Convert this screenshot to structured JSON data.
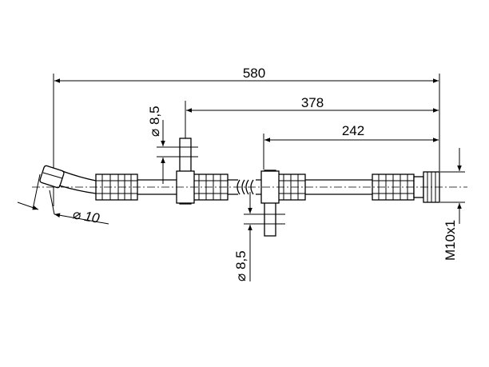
{
  "dimensions": {
    "overall_length": "580",
    "bracket_one_distance": "378",
    "bracket_two_distance": "242",
    "bracket_one_hole": "⌀ 8,5",
    "bracket_two_hole": "⌀ 8,5",
    "banjo_bore": "⌀ 10",
    "thread": "M10x1"
  },
  "colors": {
    "line": "#000000",
    "background": "#ffffff"
  }
}
